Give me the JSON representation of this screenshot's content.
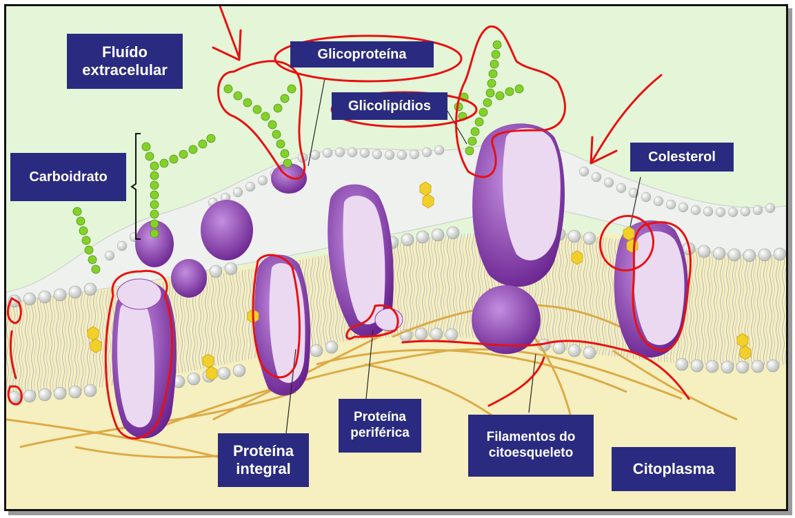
{
  "labels": {
    "fluido": "Fluído\nextracelular",
    "glicoproteina": "Glicoproteína",
    "glicolipidios": "Glicolipídios",
    "carboidrato": "Carboidrato",
    "colesterol": "Colesterol",
    "proteina_integral": "Proteína\nintegral",
    "proteina_periferica": "Proteína\nperiférica",
    "filamentos": "Filamentos do\ncitoesqueleto",
    "citoplasma": "Citoplasma"
  },
  "colors": {
    "extracellular": "#e4f5d8",
    "cytoplasm": "#f6efbf",
    "protein": "#8e3fb3",
    "protein_light": "#ead9f1",
    "sugar": "#84d12a",
    "cholesterol": "#f2cf2a",
    "lipid_head": "#e9ecea",
    "label_bg": "#2a2a80",
    "annotation": "#e81010",
    "filament": "#d9a43a"
  }
}
